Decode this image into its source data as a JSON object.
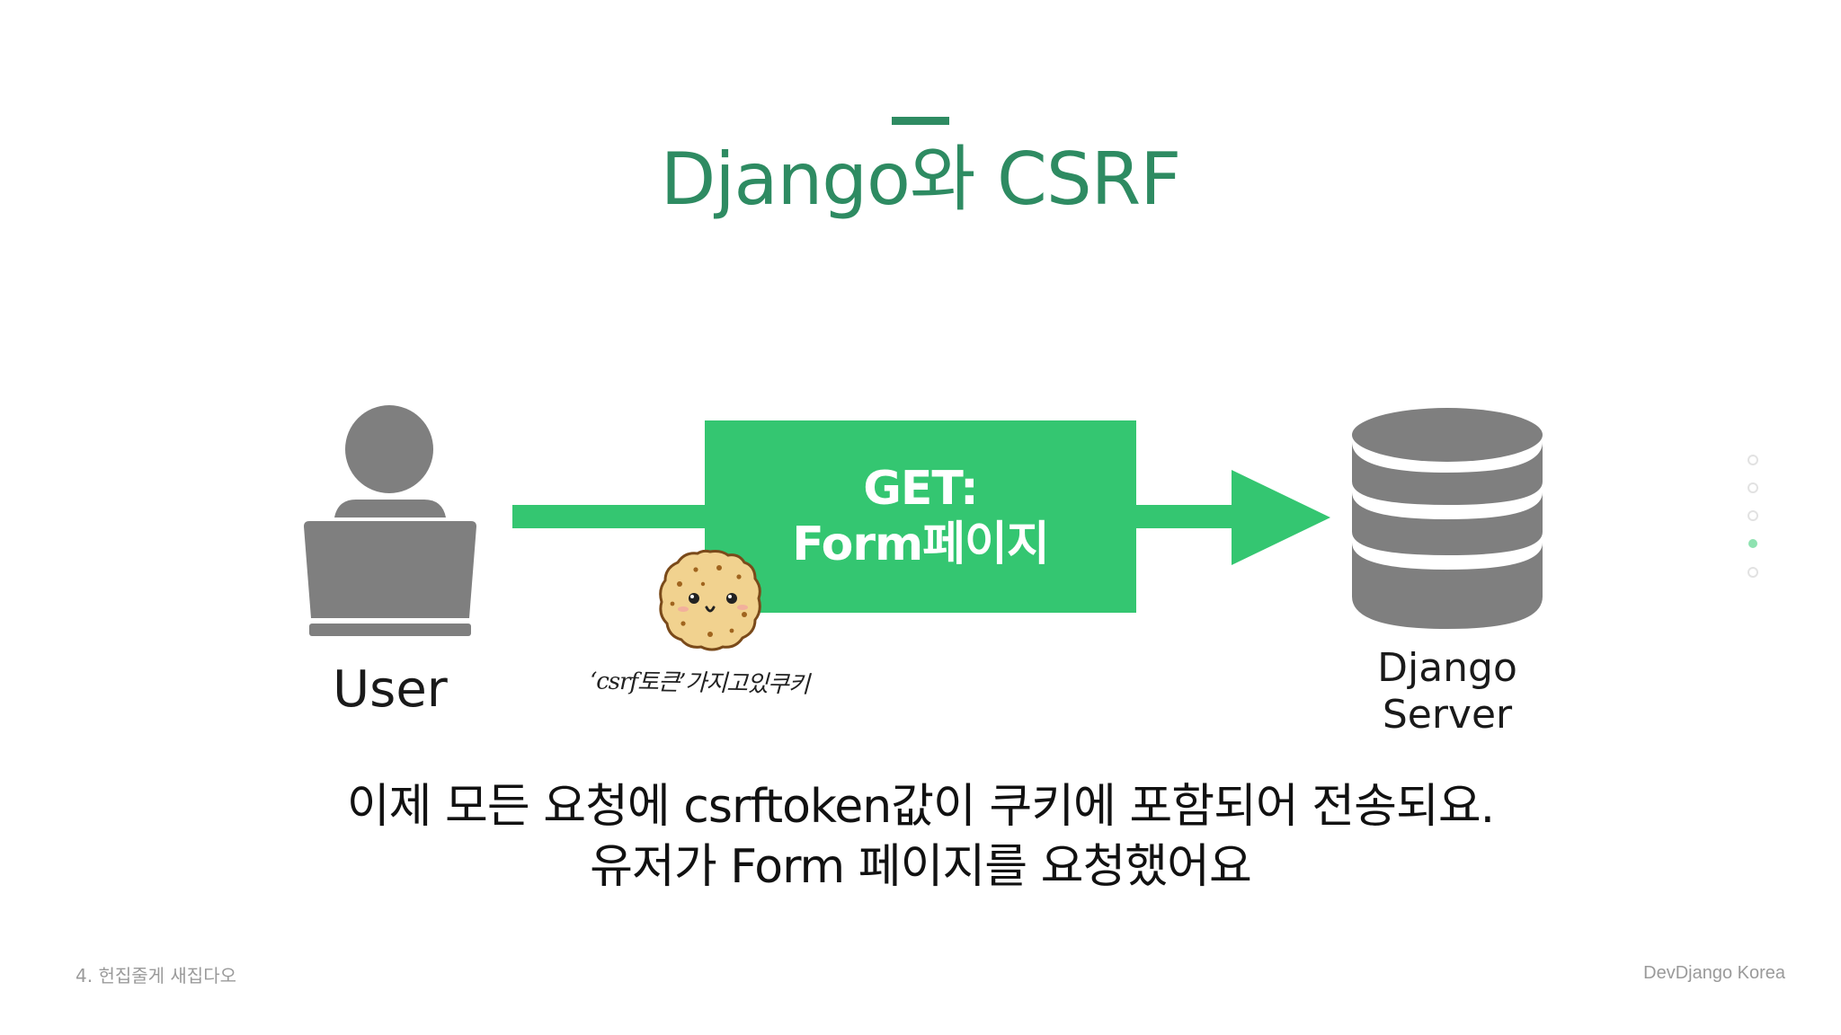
{
  "slide": {
    "title": "Django와 CSRF",
    "diagram": {
      "user_label": "User",
      "request_box_line1": "GET:",
      "request_box_line2": "Form페이지",
      "cookie_caption": "‘csrf토큰’가지고있쿠키",
      "server_label_line1": "Django",
      "server_label_line2": "Server",
      "accent_color": "#34C671",
      "icon_color": "#7f7f7f",
      "icons": [
        "user-laptop-icon",
        "cookie-icon",
        "database-icon"
      ]
    },
    "caption_line1": "이제 모든 요청에 csrftoken값이 쿠키에 포함되어 전송되요.",
    "caption_line2": "유저가 Form 페이지를 요청했어요",
    "footer_left": "4. 헌집줄게 새집다오",
    "footer_right": "DevDjango Korea",
    "title_color": "#2E8B62"
  },
  "navigation": {
    "dot_count": 5,
    "active_dot": 4
  }
}
